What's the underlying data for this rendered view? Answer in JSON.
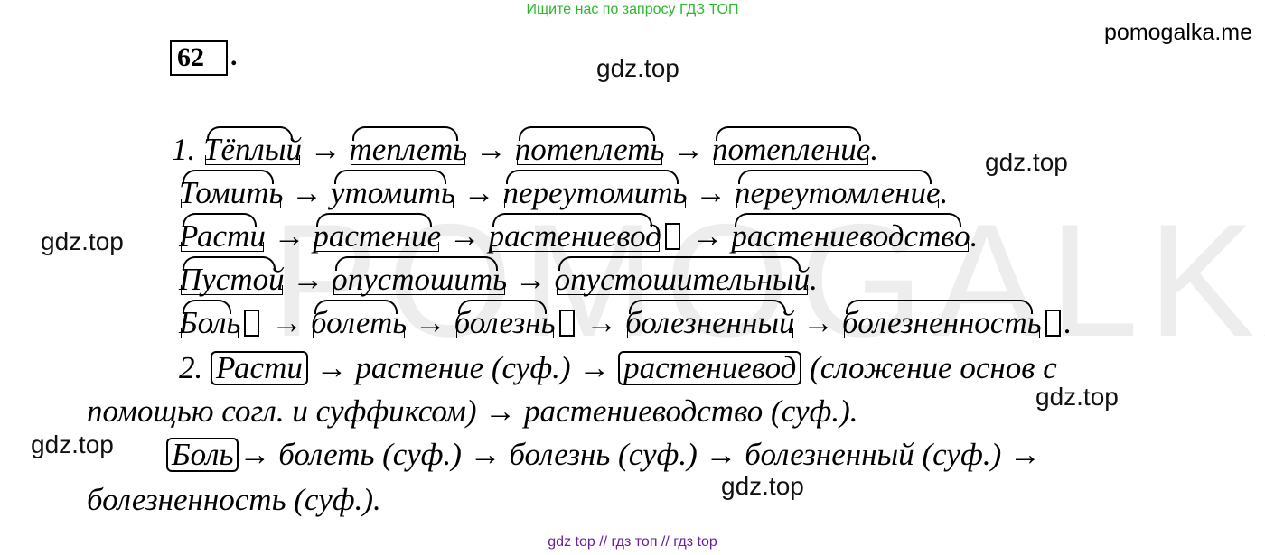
{
  "header": {
    "banner": "Ищите нас по запросу ГДЗ ТОП",
    "site": "pomogalka.me"
  },
  "exercise": {
    "number": "62",
    "dot": "."
  },
  "watermarks": {
    "text": "gdz.top",
    "background": "POMOGALKA.ME"
  },
  "part1": {
    "row1": {
      "prefix": "1. ",
      "words": [
        "Тёплый",
        "теплеть",
        "потеплеть",
        "потепление"
      ]
    },
    "row2": {
      "words": [
        "Томить",
        "утомить",
        "переутомить",
        "переутомление"
      ]
    },
    "row3": {
      "words": [
        "Расти",
        "растение",
        "растениевод",
        "растениеводство"
      ]
    },
    "row4": {
      "words": [
        "Пустой",
        "опустошить",
        "опустошительный"
      ]
    },
    "row5": {
      "words": [
        "Боль",
        "болеть",
        "болезнь",
        "болезненный",
        "болезненность"
      ]
    },
    "arrow": "→",
    "end": "."
  },
  "part2": {
    "line1_prefix": "2. ",
    "line1_word1": "Расти",
    "line1_mid": " → растение (суф.) → ",
    "line1_word2": "растениевод",
    "line1_tail": " (сложение основ с",
    "line2": "помощью согл. и суффиксом) → растениеводство (суф.).",
    "line3_word": "Боль",
    "line3_tail": "→ болеть (суф.) → болезнь (суф.) → болезненный (суф.) →",
    "line4": "болезненность (суф.)."
  },
  "footer": {
    "text": "gdz top  //  гдз топ  //  гдз top"
  }
}
